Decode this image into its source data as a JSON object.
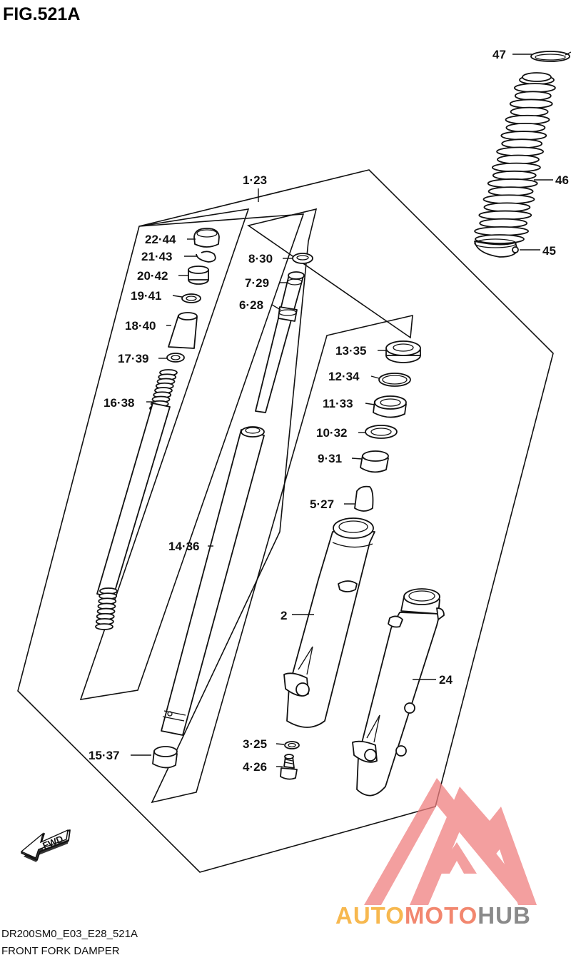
{
  "figure": {
    "title": "FIG.521A",
    "model_code": "DR200SM0_E03_E28_521A",
    "caption": "FRONT FORK DAMPER"
  },
  "fwd_badge": {
    "label": "FWD"
  },
  "watermark": {
    "text_a": "AUTO",
    "text_b": "MOTO",
    "text_c": "HUB",
    "color_a": "#f7b84f",
    "color_b": "#f2876f",
    "color_c": "#8a8a8a",
    "logo_color": "#f08080"
  },
  "callouts": [
    {
      "id": "47",
      "label": "47"
    },
    {
      "id": "46",
      "label": "46"
    },
    {
      "id": "45",
      "label": "45"
    },
    {
      "id": "1-23",
      "label": "1·23"
    },
    {
      "id": "22-44",
      "label": "22·44"
    },
    {
      "id": "21-43",
      "label": "21·43"
    },
    {
      "id": "20-42",
      "label": "20·42"
    },
    {
      "id": "19-41",
      "label": "19·41"
    },
    {
      "id": "18-40",
      "label": "18·40"
    },
    {
      "id": "17-39",
      "label": "17·39"
    },
    {
      "id": "16-38",
      "label": "16·38"
    },
    {
      "id": "8-30",
      "label": "8·30"
    },
    {
      "id": "7-29",
      "label": "7·29"
    },
    {
      "id": "6-28",
      "label": "6·28"
    },
    {
      "id": "13-35",
      "label": "13·35"
    },
    {
      "id": "12-34",
      "label": "12·34"
    },
    {
      "id": "11-33",
      "label": "11·33"
    },
    {
      "id": "10-32",
      "label": "10·32"
    },
    {
      "id": "9-31",
      "label": "9·31"
    },
    {
      "id": "5-27",
      "label": "5·27"
    },
    {
      "id": "14-36",
      "label": "14·36"
    },
    {
      "id": "2",
      "label": "2"
    },
    {
      "id": "24",
      "label": "24"
    },
    {
      "id": "3-25",
      "label": "3·25"
    },
    {
      "id": "4-26",
      "label": "4·26"
    },
    {
      "id": "15-37",
      "label": "15·37"
    }
  ]
}
